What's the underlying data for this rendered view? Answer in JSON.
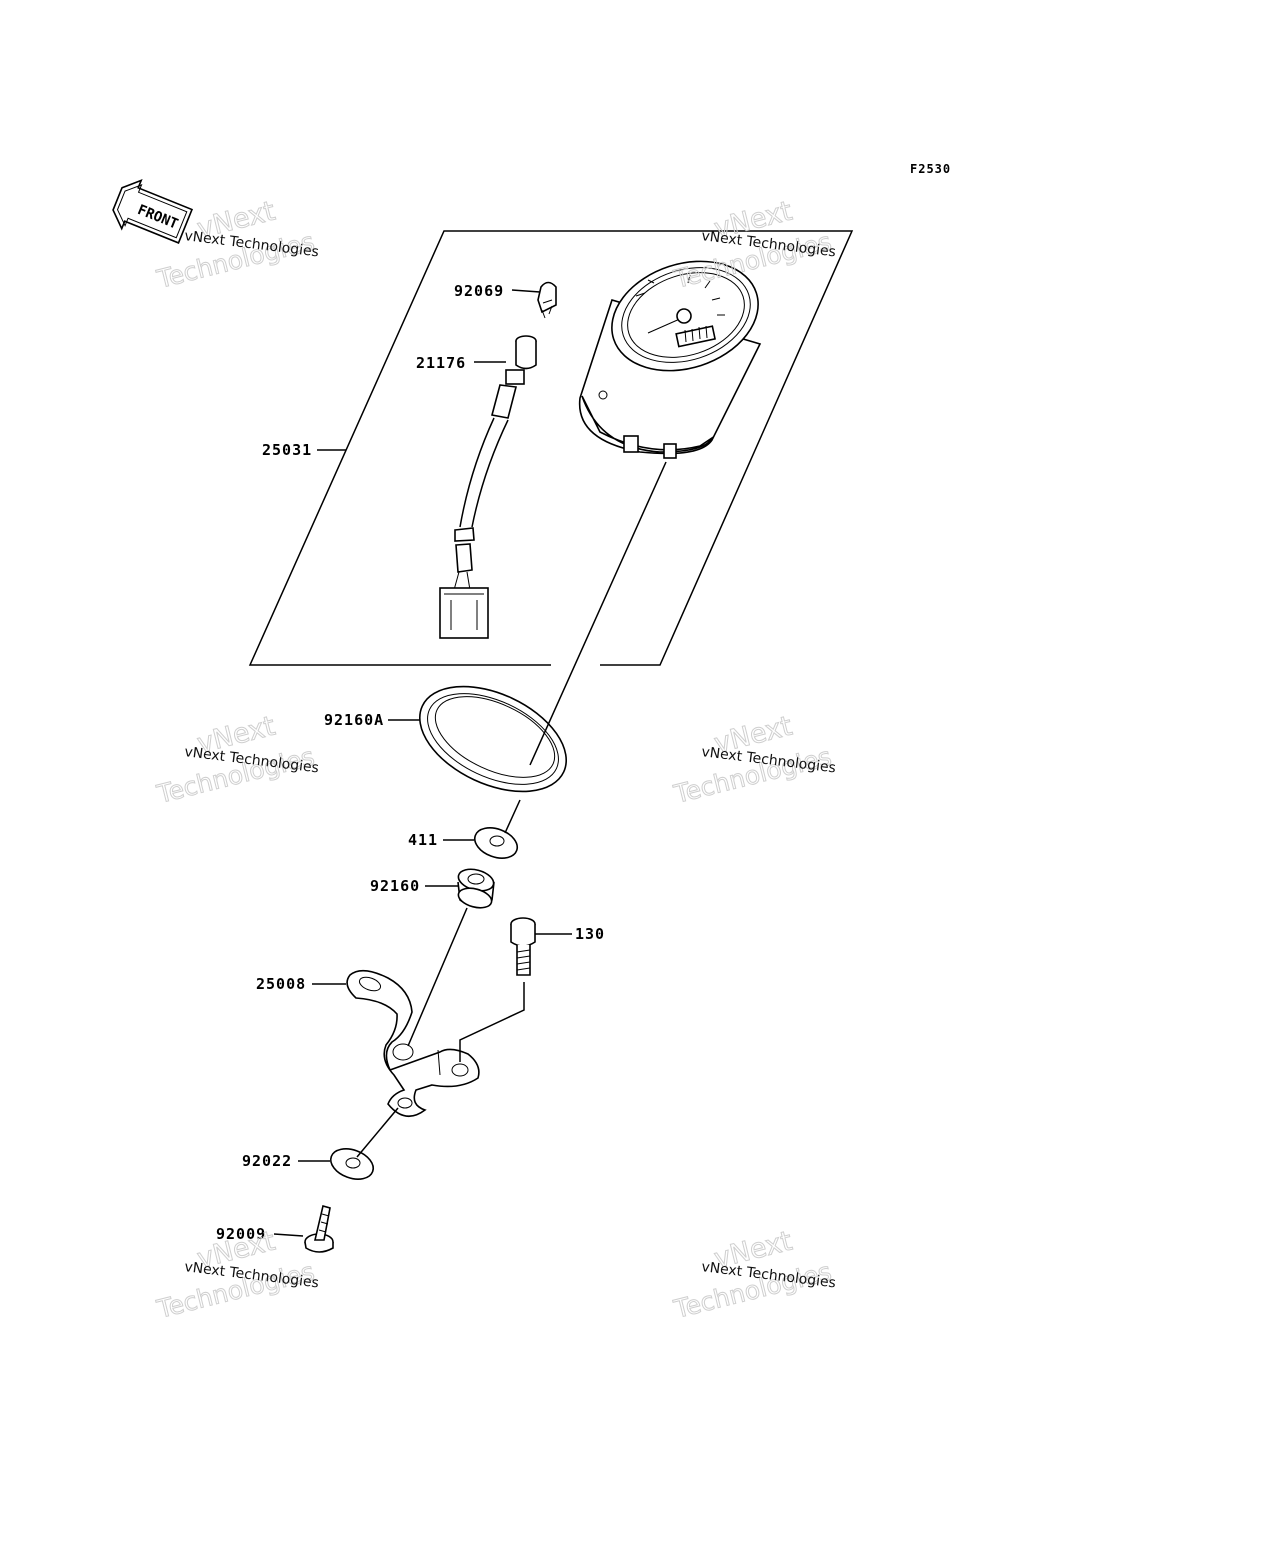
{
  "diagram": {
    "figure_code": "F2530",
    "direction_marker": "FRONT",
    "watermark": {
      "line1": "vNext Technologies",
      "line2": "vNext",
      "line3": "Technologies"
    },
    "parts": {
      "p92069": "92069",
      "p21176": "21176",
      "p25031": "25031",
      "p92160A": "92160A",
      "p411": "411",
      "p92160": "92160",
      "p130": "130",
      "p25008": "25008",
      "p92022": "92022",
      "p92009": "92009"
    }
  }
}
